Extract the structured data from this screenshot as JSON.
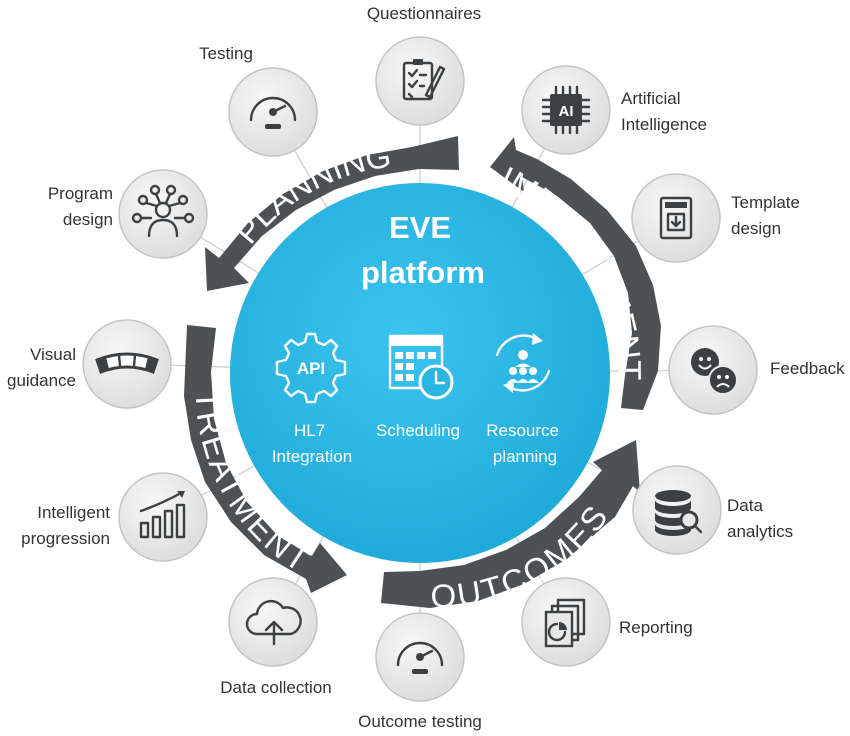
{
  "center": {
    "title_line1": "EVE",
    "title_line2": "platform",
    "features": [
      {
        "icon": "api-gear-icon",
        "lines": [
          "HL7",
          "Integration"
        ]
      },
      {
        "icon": "calendar-clock-icon",
        "lines": [
          "Scheduling"
        ]
      },
      {
        "icon": "people-cycle-icon",
        "lines": [
          "Resource",
          "planning"
        ]
      }
    ]
  },
  "phases": [
    "PLANNING",
    "IMPROVEMENT",
    "OUTCOMES",
    "TREATMENT"
  ],
  "nodes": [
    {
      "icon": "checklist-pencil-icon",
      "lines": [
        "Questionnaires"
      ]
    },
    {
      "icon": "ai-chip-icon",
      "lines": [
        "Artificial",
        "Intelligence"
      ]
    },
    {
      "icon": "template-document-icon",
      "lines": [
        "Template",
        "design"
      ]
    },
    {
      "icon": "happy-sad-faces-icon",
      "lines": [
        "Feedback"
      ]
    },
    {
      "icon": "database-search-icon",
      "lines": [
        "Data",
        "analytics"
      ]
    },
    {
      "icon": "report-pages-icon",
      "lines": [
        "Reporting"
      ]
    },
    {
      "icon": "gauge-icon",
      "lines": [
        "Outcome testing"
      ]
    },
    {
      "icon": "cloud-upload-icon",
      "lines": [
        "Data collection"
      ]
    },
    {
      "icon": "growth-bars-icon",
      "lines": [
        "Intelligent",
        "progression"
      ]
    },
    {
      "icon": "curved-ruler-icon",
      "lines": [
        "Visual",
        "guidance"
      ]
    },
    {
      "icon": "person-network-icon",
      "lines": [
        "Program",
        "design"
      ]
    },
    {
      "icon": "gauge-icon",
      "lines": [
        "Testing"
      ]
    }
  ],
  "colors": {
    "center_fill": "#2bb5e3",
    "arrow_fill": "#4d5153",
    "node_fill": "#e8e8e8",
    "node_stroke": "#c4c4c4",
    "icon_color": "#3c4043",
    "label_color": "#333333"
  }
}
